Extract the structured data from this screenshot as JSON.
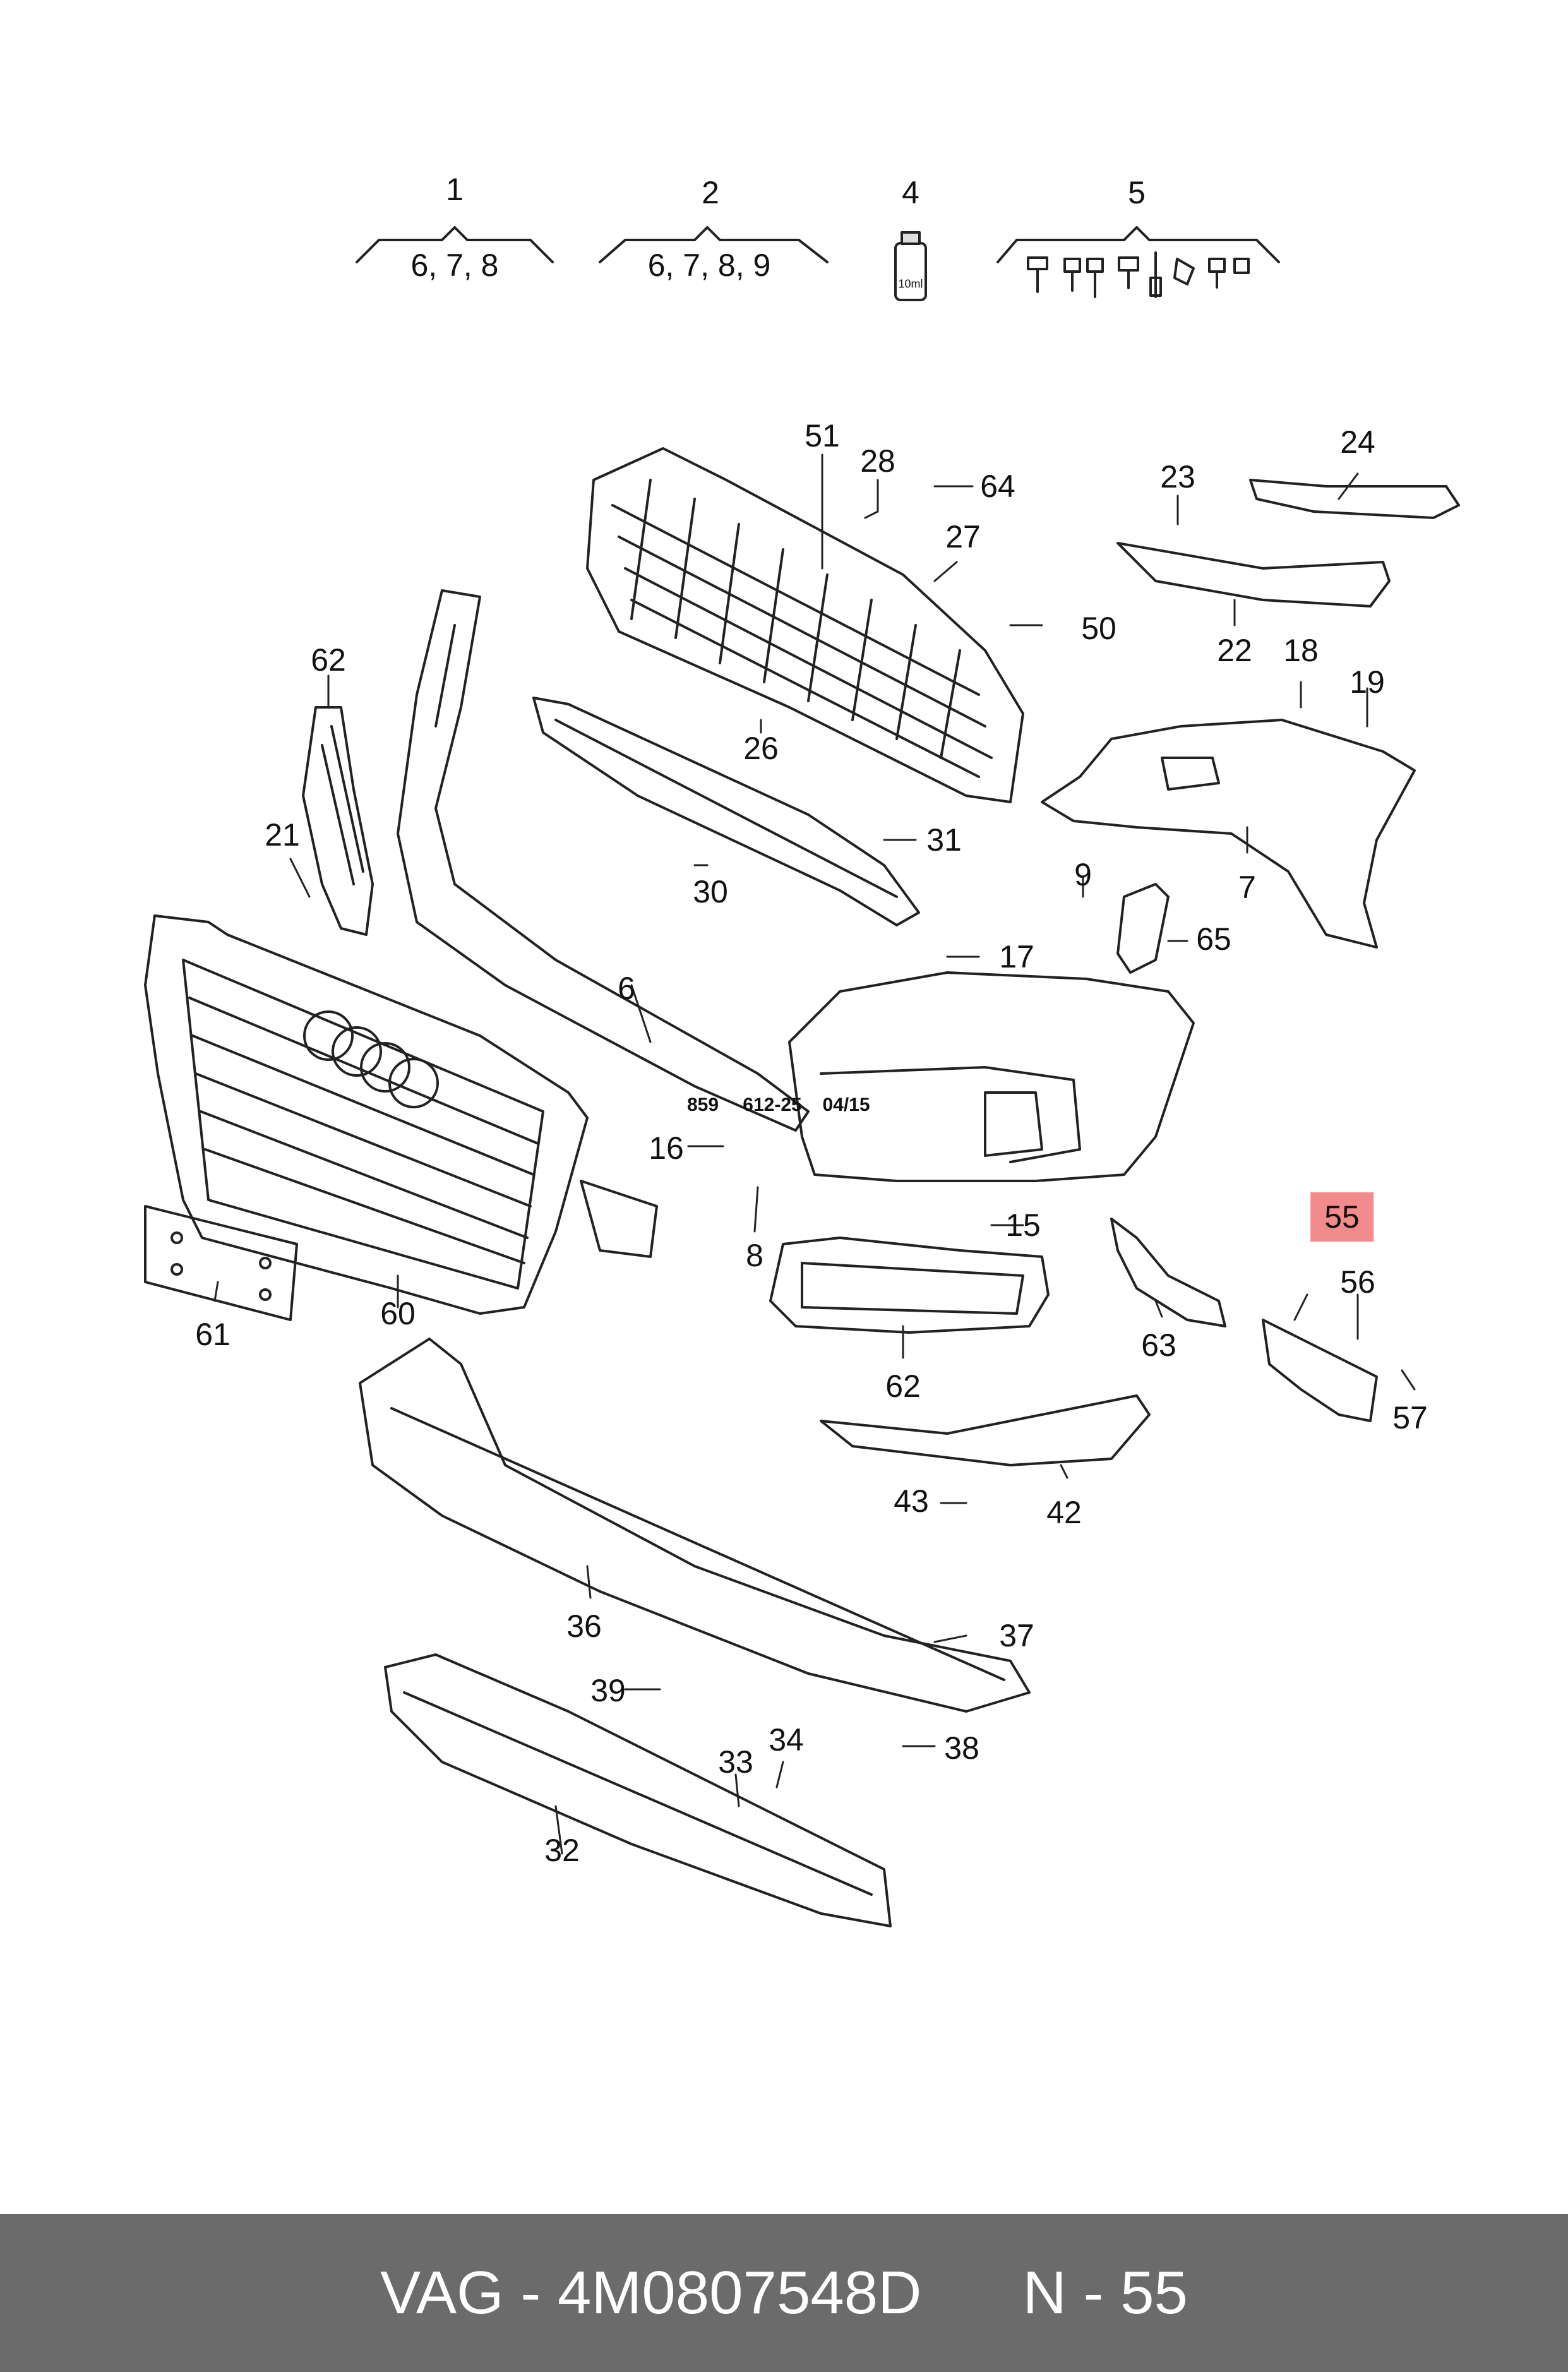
{
  "kits": [
    {
      "number": "1",
      "contents": "6, 7, 8"
    },
    {
      "number": "2",
      "contents": "6, 7, 8, 9"
    },
    {
      "number": "4",
      "bottle_label": "10ml"
    },
    {
      "number": "5"
    }
  ],
  "callouts": [
    "51",
    "28",
    "64",
    "27",
    "50",
    "23",
    "24",
    "22",
    "18",
    "19",
    "26",
    "62",
    "21",
    "31",
    "30",
    "7",
    "9",
    "17",
    "65",
    "6",
    "16",
    "8",
    "15",
    "61",
    "60",
    "55",
    "56",
    "57",
    "63",
    "62",
    "43",
    "42",
    "36",
    "37",
    "39",
    "38",
    "33",
    "34",
    "32"
  ],
  "stamp": {
    "a": "859",
    "b": "612-25",
    "c": "04/15"
  },
  "footer": {
    "brand": "VAG",
    "part_number": "4M0807548D",
    "position": "N - 55"
  },
  "colors": {
    "footer_bg": "#6b6b6b",
    "highlight": "#f28b8b",
    "line": "#222222"
  }
}
